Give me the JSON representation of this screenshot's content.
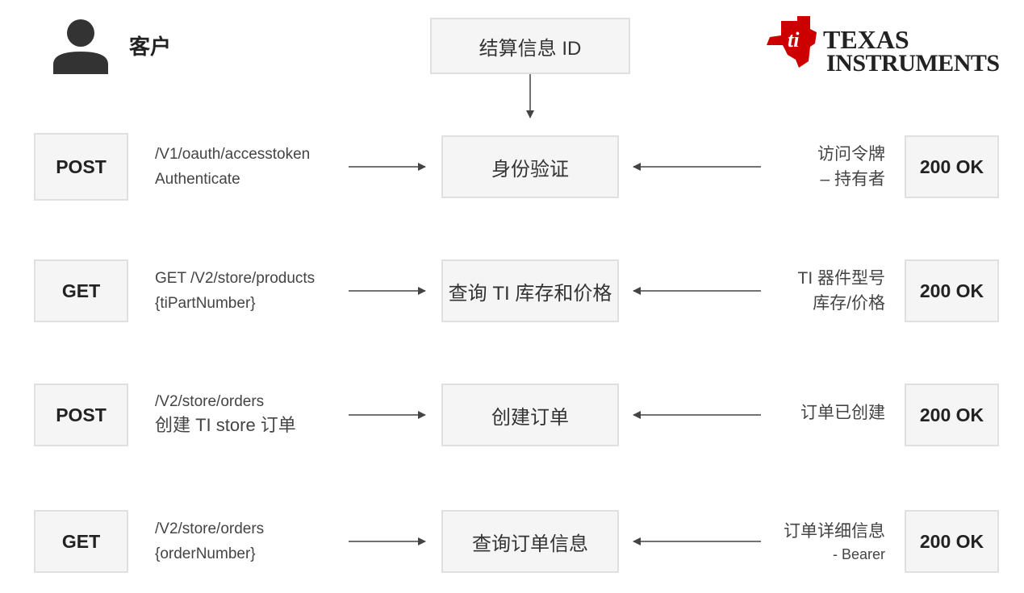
{
  "customer": {
    "label": "客户",
    "icon": "person-icon"
  },
  "checkout": {
    "label": "结算信息 ID"
  },
  "logo": {
    "line1": "TEXAS",
    "line2": "INSTRUMENTS",
    "color": "#cc0000"
  },
  "rows": [
    {
      "method": "POST",
      "req_line1": "/V1/oauth/accesstoken",
      "req_line2": "Authenticate",
      "step": "身份验证",
      "resp_line1": "访问令牌",
      "resp_line2": "– 持有者",
      "status": "200 OK"
    },
    {
      "method": "GET",
      "req_line1": "GET /V2/store/products",
      "req_line2": "{tiPartNumber}",
      "step": "查询 TI 库存和价格",
      "resp_line1": "TI 器件型号",
      "resp_line2": "库存/价格",
      "status": "200 OK"
    },
    {
      "method": "POST",
      "req_line1": "/V2/store/orders",
      "req_line2": "创建 TI store 订单",
      "step": "创建订单",
      "resp_line1": "订单已创建",
      "status": "200 OK"
    },
    {
      "method": "GET",
      "req_line1": "/V2/store/orders",
      "req_line2": "{orderNumber}",
      "step": "查询订单信息",
      "resp_line1": "订单详细信息",
      "resp_line2": "- Bearer",
      "status": "200 OK"
    }
  ]
}
